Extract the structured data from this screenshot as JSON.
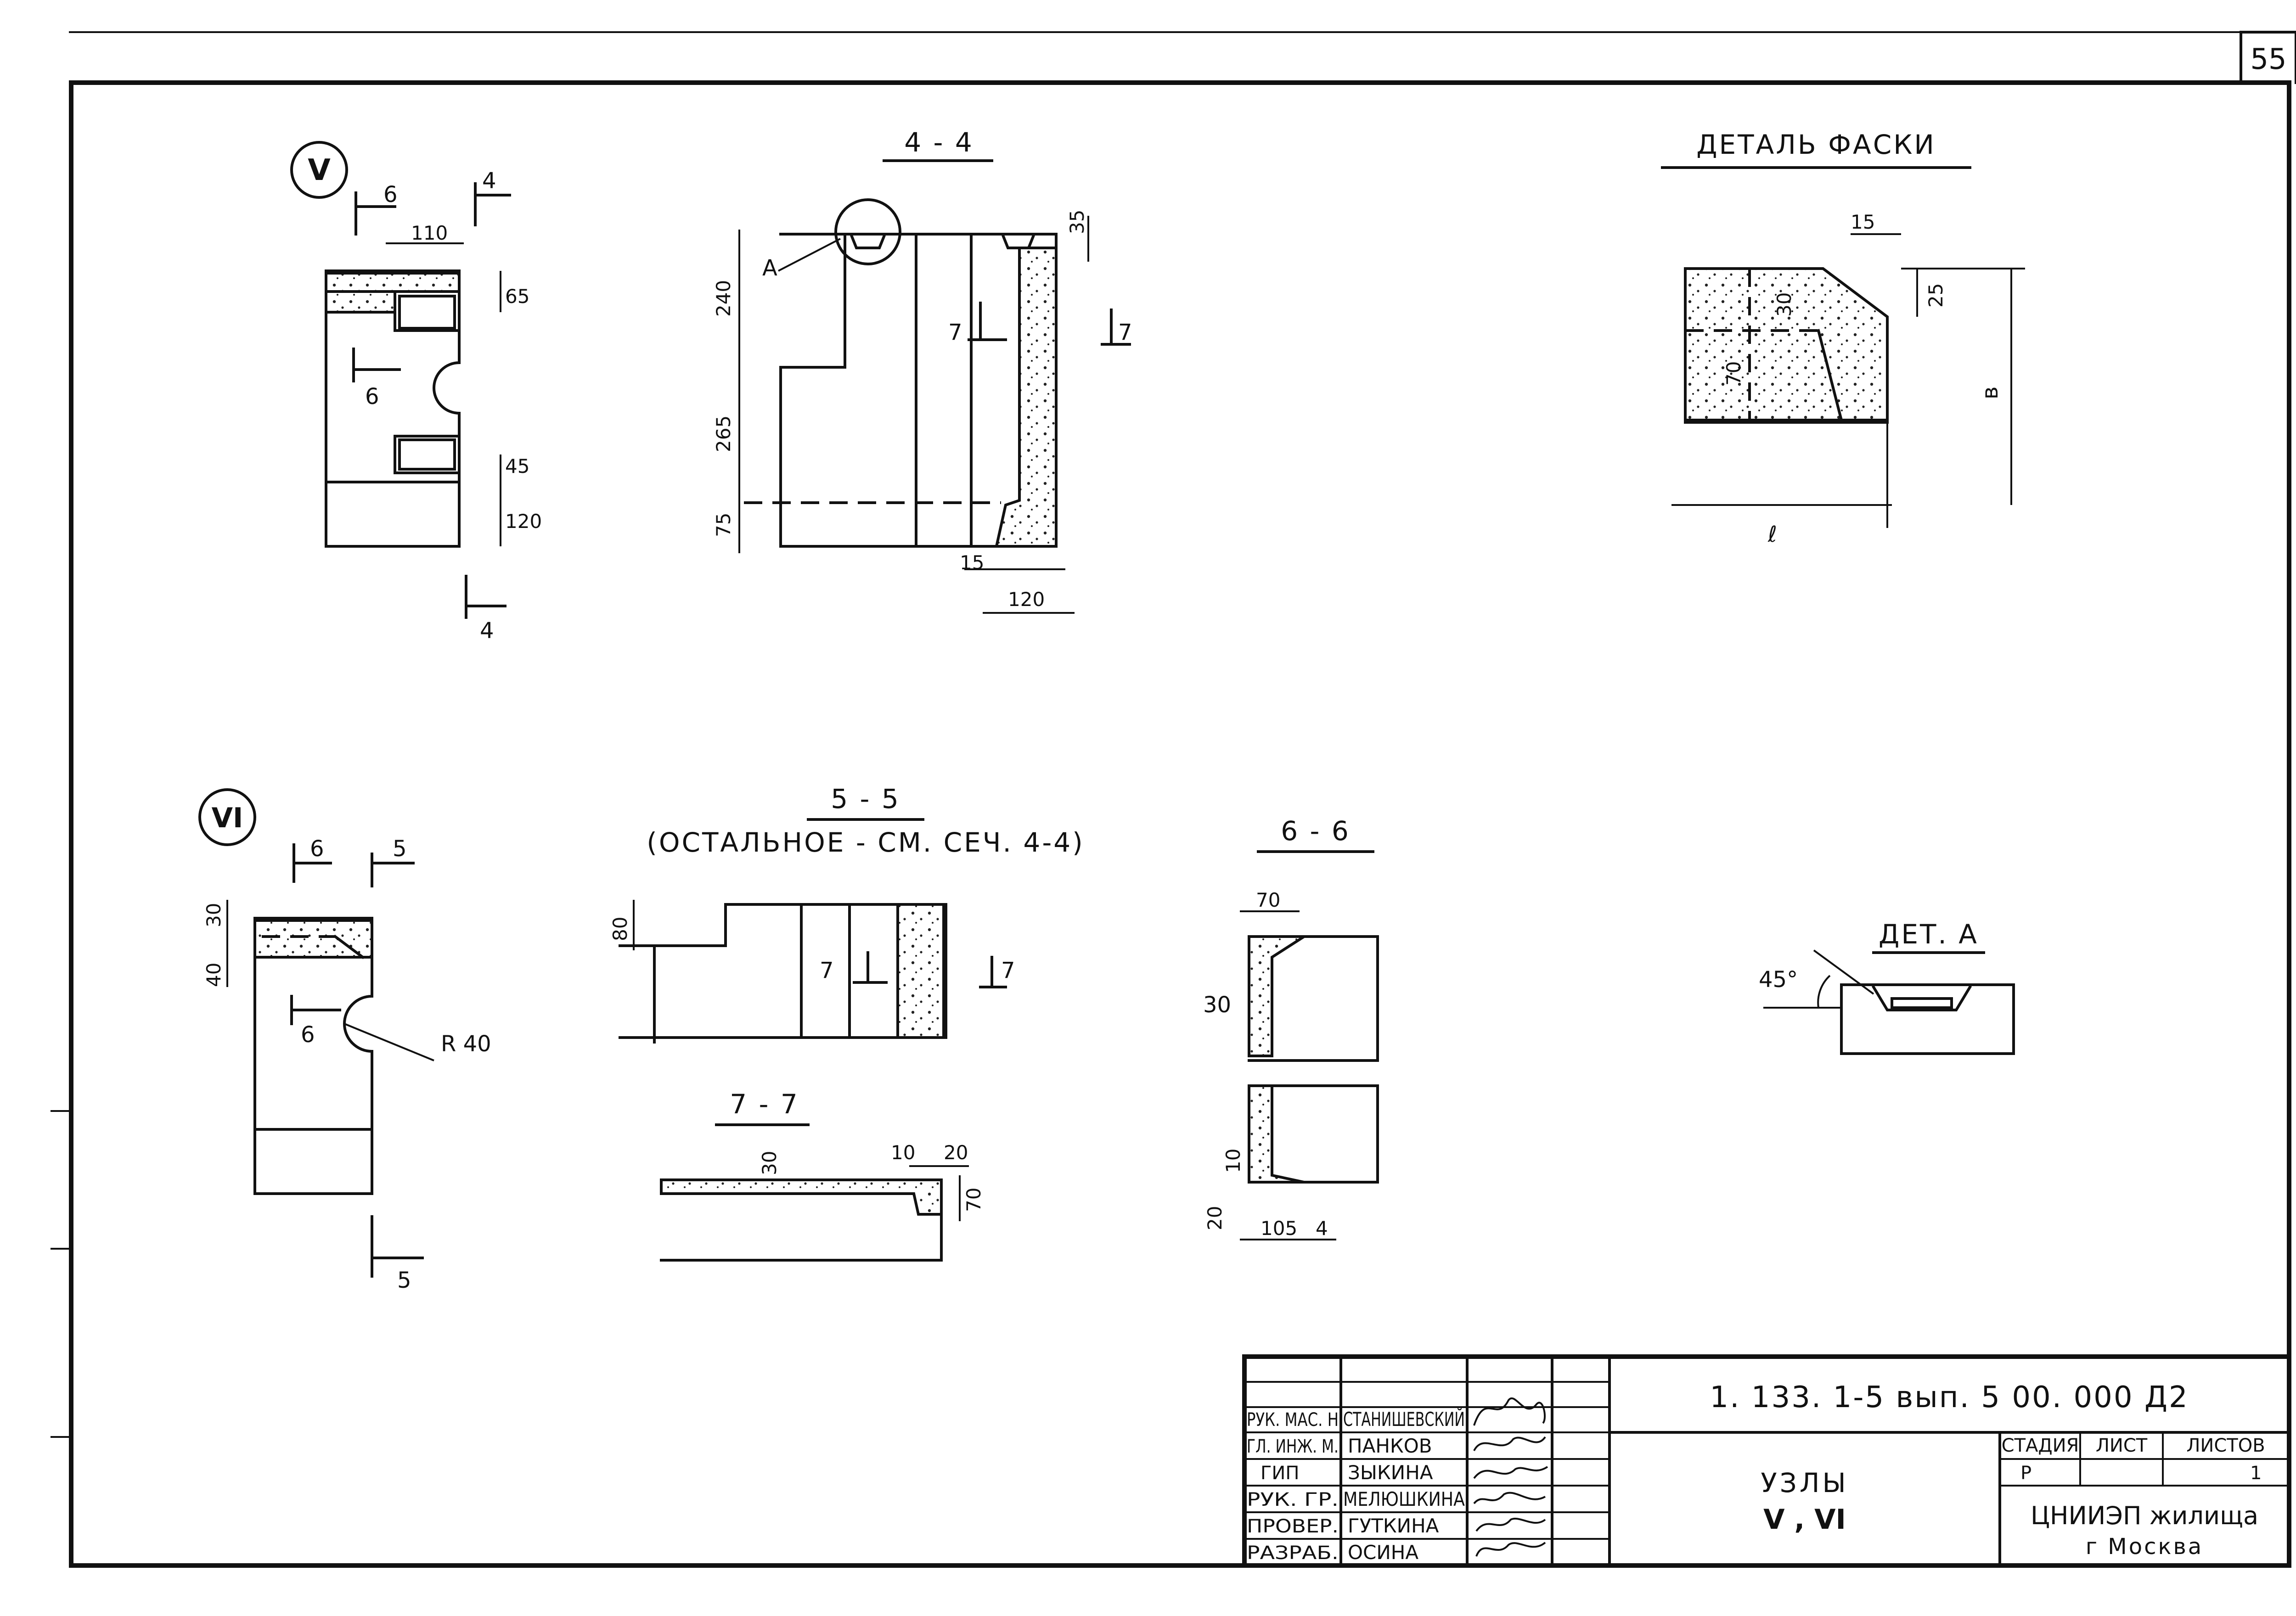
{
  "sheet_number": "55",
  "node_v": {
    "marker": "V",
    "cut_6_top": "6",
    "cut_4_top": "4",
    "cut_6_mid": "6",
    "cut_4_bottom": "4",
    "dims": [
      "110",
      "65",
      "45",
      "120"
    ]
  },
  "section_4_4": {
    "title": "4 - 4",
    "callout": "А",
    "cut_7_left": "7",
    "cut_7_right": "7",
    "dims_left": [
      "240",
      "265",
      "75"
    ],
    "dims_right": [
      "35"
    ],
    "dims_bottom": [
      "15",
      "120"
    ]
  },
  "detail_chamfer": {
    "title": "ДЕТАЛЬ ФАСКИ",
    "dims": [
      "15",
      "25",
      "30",
      "70"
    ],
    "label_b": "в",
    "label_l": "ℓ"
  },
  "node_vi": {
    "marker": "VI",
    "cut_6_top": "6",
    "cut_5_top": "5",
    "cut_6_mid": "6",
    "cut_5_bottom": "5",
    "radius": "R 40",
    "dims": [
      "30",
      "40"
    ]
  },
  "section_5_5": {
    "title": "5 - 5",
    "subtitle": "(ОСТАЛЬНОЕ - СМ. СЕЧ. 4-4)",
    "cut_7_left": "7",
    "cut_7_right": "7",
    "dims": [
      "80"
    ]
  },
  "section_6_6": {
    "title": "6 - 6",
    "dims": [
      "70",
      "30",
      "10",
      "20",
      "105",
      "4"
    ]
  },
  "section_7_7": {
    "title": "7 - 7",
    "dims": [
      "30",
      "10",
      "20",
      "70"
    ]
  },
  "detail_a": {
    "title": "ДЕТ. А",
    "angle": "45°"
  },
  "title_block": {
    "code": "1. 133. 1-5  вып. 5  00. 000 Д2",
    "name_line1": "УЗЛЫ",
    "name_line2": "V ,  VI",
    "stage_header": "СТАДИЯ",
    "sheet_header": "ЛИСТ",
    "sheets_header": "ЛИСТОВ",
    "stage_value": "Р",
    "sheet_value": "",
    "sheets_value": "1",
    "org_line1": "ЦНИИЭП жилища",
    "org_line2": "г Москва",
    "people": [
      {
        "role": "РУК. МАС. Н",
        "name": "СТАНИШЕВСКИЙ"
      },
      {
        "role": "ГЛ. ИНЖ. М.",
        "name": "ПАНКОВ"
      },
      {
        "role": "ГИП",
        "name": "ЗЫКИНА"
      },
      {
        "role": "РУК. ГР.",
        "name": "МЕЛЮШКИНА"
      },
      {
        "role": "ПРОВЕР.",
        "name": "ГУТКИНА"
      },
      {
        "role": "РАЗРАБ.",
        "name": "ОСИНА"
      }
    ]
  }
}
